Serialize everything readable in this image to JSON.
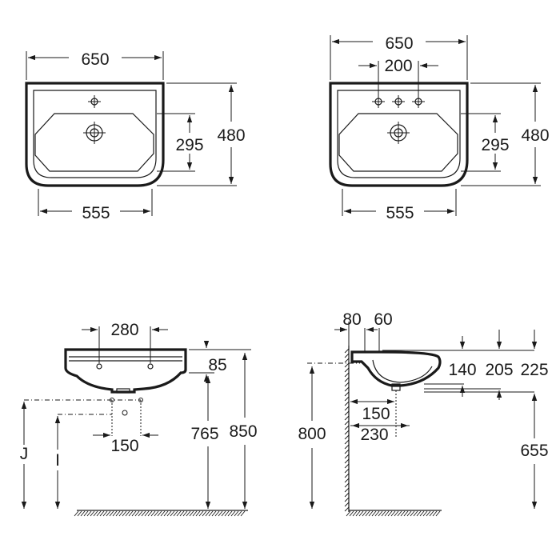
{
  "colors": {
    "ink": "#1a1a1a",
    "background": "#ffffff"
  },
  "top_left_view": {
    "width_top": "650",
    "width_bottom": "555",
    "depth_total": "480",
    "depth_bowl": "295"
  },
  "top_right_view": {
    "width_top": "650",
    "tap_spacing": "200",
    "width_bottom": "555",
    "depth_total": "480",
    "depth_bowl": "295"
  },
  "front_view": {
    "outlet_spacing": "280",
    "rim_thickness": "85",
    "offset_bottom": "150",
    "height_overflow": "765",
    "height_rim": "850",
    "label_j": "J",
    "label_i": "I"
  },
  "side_view": {
    "wall_gap": "80",
    "tap_offset": "60",
    "drop_140": "140",
    "drop_205": "205",
    "drop_225": "225",
    "wall_height": "800",
    "trap_150": "150",
    "trap_230": "230",
    "height_655": "655"
  }
}
